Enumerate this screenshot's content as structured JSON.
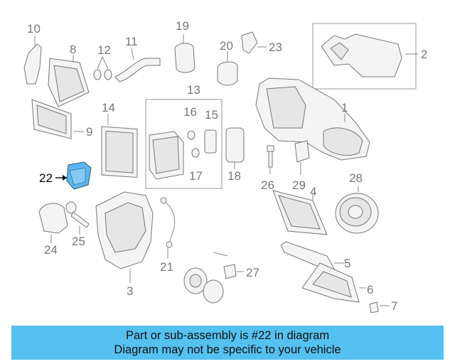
{
  "diagram": {
    "highlight_color": "#5bb8f0",
    "highlighted_part": "22",
    "part_numbers": [
      "1",
      "2",
      "3",
      "4",
      "5",
      "6",
      "7",
      "8",
      "9",
      "10",
      "11",
      "12",
      "13",
      "14",
      "15",
      "16",
      "17",
      "18",
      "19",
      "20",
      "21",
      "22",
      "23",
      "24",
      "25",
      "26",
      "27",
      "28",
      "29"
    ]
  },
  "caption": {
    "background": "#55c1f0",
    "line1": "Part or sub-assembly is #22 in diagram",
    "line2": "Diagram may not be specific to your vehicle"
  }
}
